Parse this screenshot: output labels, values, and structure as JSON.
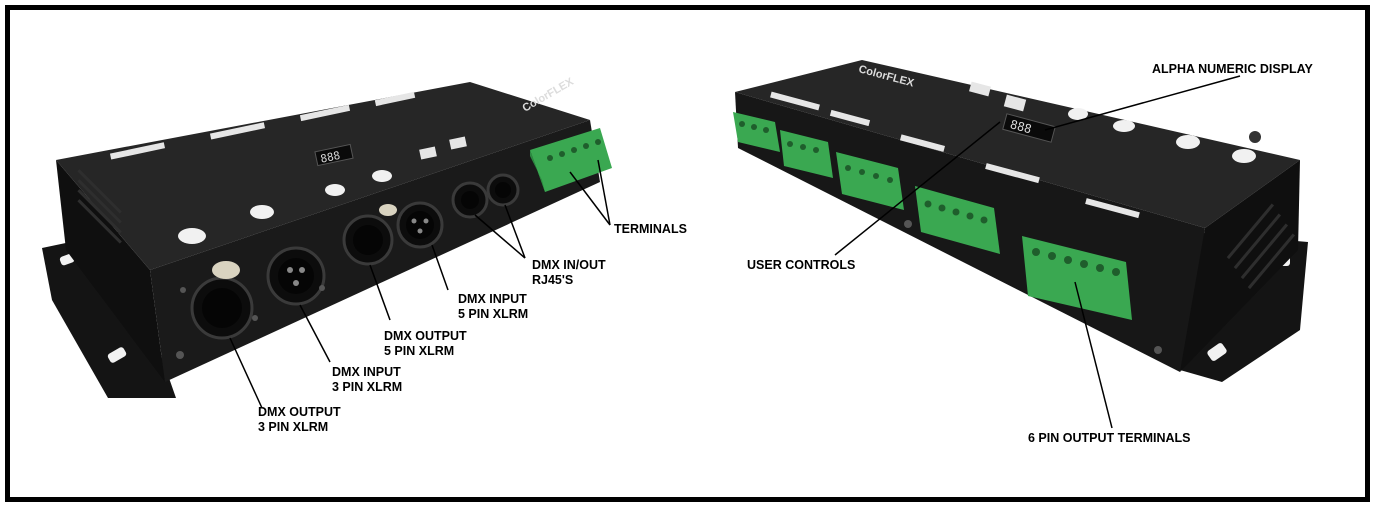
{
  "labels": {
    "terminals": "TERMINALS",
    "dmx_in_out": [
      "DMX IN/OUT",
      "RJ45'S"
    ],
    "dmx_input_5pin": [
      "DMX INPUT",
      "5 PIN XLRM"
    ],
    "dmx_output_5pin": [
      "DMX OUTPUT",
      "5 PIN XLRM"
    ],
    "dmx_input_3pin": [
      "DMX INPUT",
      "3 PIN XLRM"
    ],
    "dmx_output_3pin": [
      "DMX OUTPUT",
      "3 PIN XLRM"
    ],
    "alpha_numeric_display": "ALPHA NUMERIC DISPLAY",
    "user_controls": "USER CONTROLS",
    "six_pin_output_terminals": "6 PIN OUTPUT TERMINALS"
  },
  "device": {
    "brand_text": "ColorFLEX",
    "display_digits": "888"
  },
  "colors": {
    "housing": "#1b1b1b",
    "housing_top": "#262626",
    "terminal_green": "#3aa851",
    "frame": "#000000"
  }
}
